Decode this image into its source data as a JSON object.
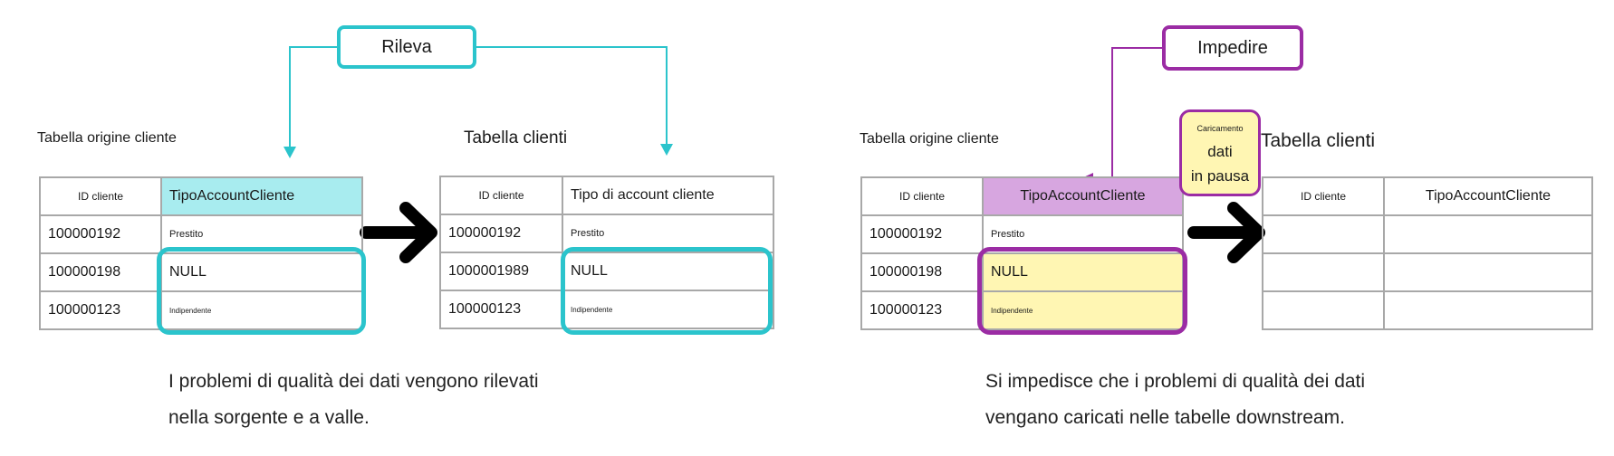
{
  "colors": {
    "cyan": "#2bc4cc",
    "cyan_fill": "#a8ecef",
    "purple": "#9b2ca4",
    "purple_fill": "#d7a6e0",
    "yellow": "#fff6b3",
    "border": "#a8a8a8",
    "arrow": "#000000"
  },
  "left": {
    "action_label": "Rileva",
    "source": {
      "title": "Tabella origine cliente",
      "headers": [
        "ID cliente",
        "TipoAccountCliente"
      ],
      "rows": [
        [
          "100000192",
          "Prestito"
        ],
        [
          "100000198",
          "NULL"
        ],
        [
          "100000123",
          "Indipendente"
        ]
      ]
    },
    "target": {
      "title": "Tabella clienti",
      "headers": [
        "ID cliente",
        "Tipo di account cliente"
      ],
      "rows": [
        [
          "100000192",
          "Prestito"
        ],
        [
          "1000001989",
          "NULL"
        ],
        [
          "100000123",
          "Indipendente"
        ]
      ]
    },
    "caption": [
      "I problemi di qualità dei dati vengono rilevati",
      "nella sorgente e a valle."
    ]
  },
  "right": {
    "action_label": "Impedire",
    "source": {
      "title": "Tabella origine cliente",
      "headers": [
        "ID cliente",
        "TipoAccountCliente"
      ],
      "rows": [
        [
          "100000192",
          "Prestito"
        ],
        [
          "100000198",
          "NULL"
        ],
        [
          "100000123",
          "Indipendente"
        ]
      ]
    },
    "note": {
      "small": "Caricamento",
      "line1": "dati",
      "line2": "in pausa"
    },
    "target": {
      "title": "Tabella clienti",
      "headers": [
        "ID cliente",
        "TipoAccountCliente"
      ],
      "rows": [
        [
          "",
          ""
        ],
        [
          "",
          ""
        ],
        [
          "",
          ""
        ]
      ]
    },
    "caption": [
      "Si impedisce che i problemi di qualità dei dati",
      "vengano caricati nelle tabelle downstream."
    ]
  }
}
